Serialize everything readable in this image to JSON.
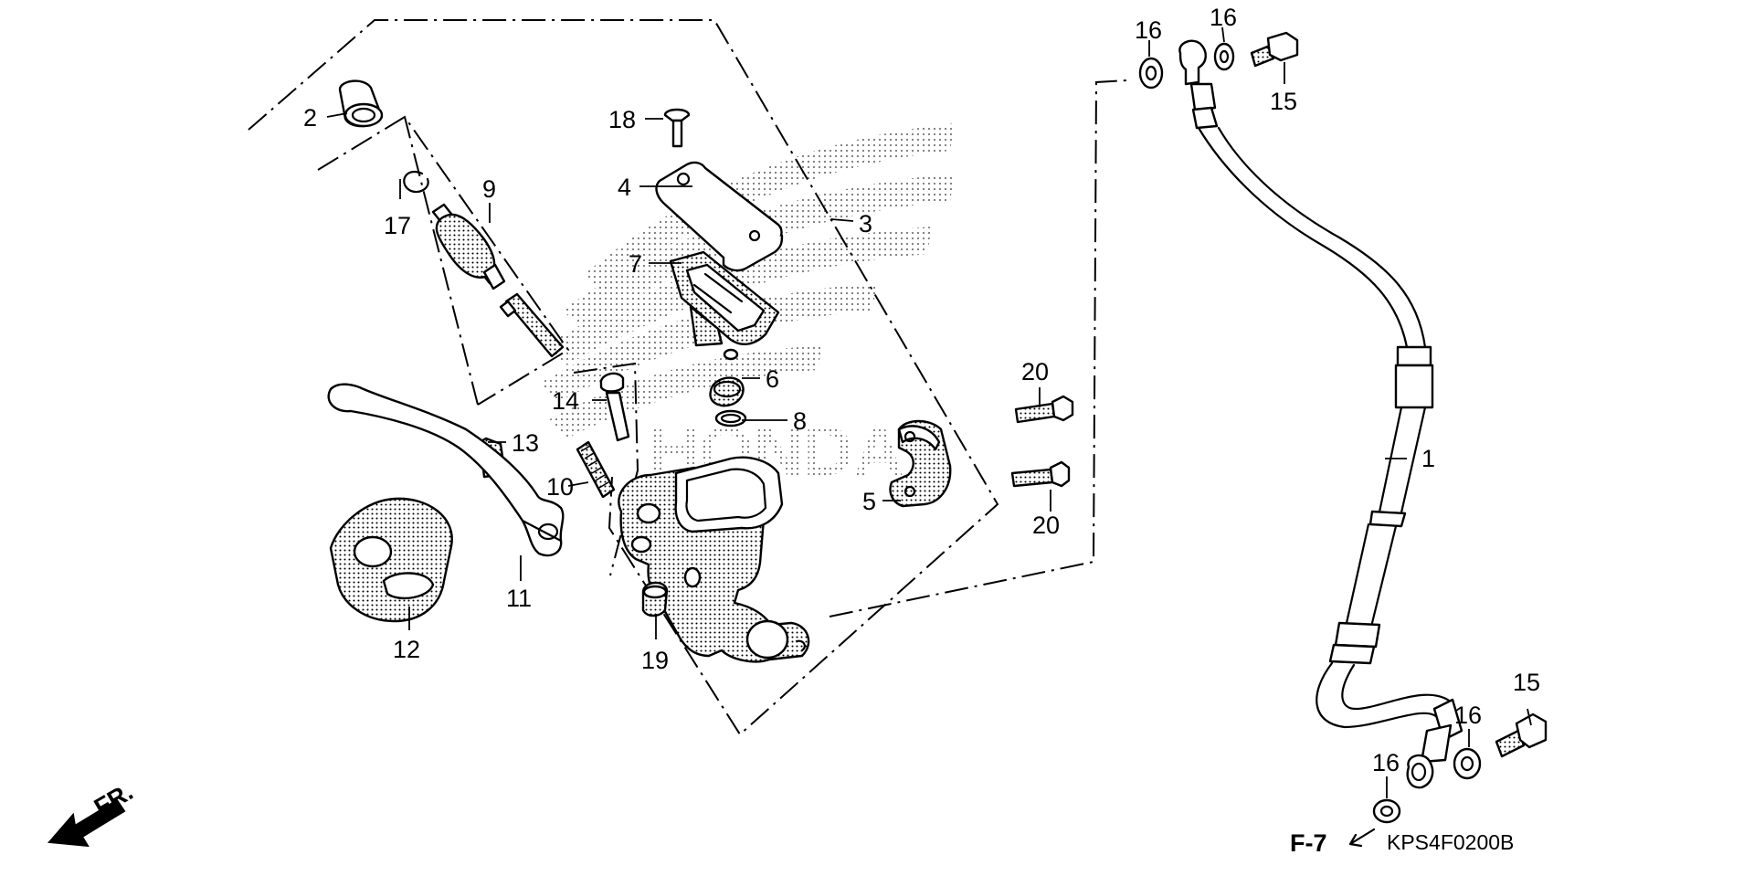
{
  "labels": {
    "p1": "1",
    "p2": "2",
    "p3": "3",
    "p4": "4",
    "p5": "5",
    "p6": "6",
    "p7": "7",
    "p8": "8",
    "p9": "9",
    "p10": "10",
    "p11": "11",
    "p12": "12",
    "p13": "13",
    "p14": "14",
    "p15a": "15",
    "p15b": "15",
    "p16a": "16",
    "p16b": "16",
    "p16c": "16",
    "p16d": "16",
    "p17": "17",
    "p18": "18",
    "p19": "19",
    "p20a": "20",
    "p20b": "20"
  },
  "watermark": "HONDA",
  "front_marker": "FR.",
  "ref_code": "F-7",
  "diagram_code": "KPS4F0200B"
}
